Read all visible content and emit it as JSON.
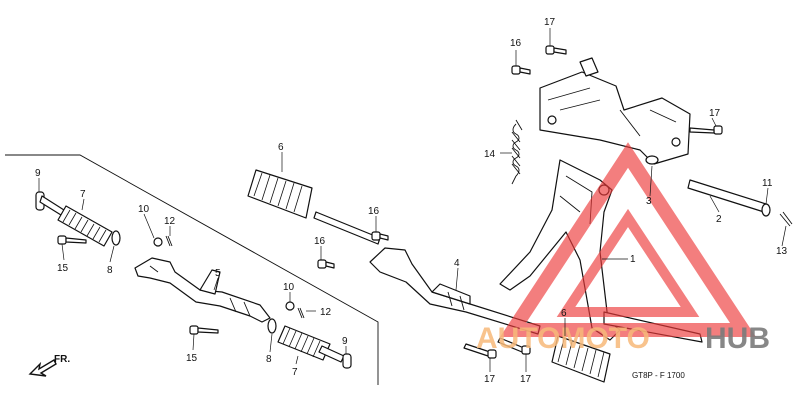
{
  "diagram_code": "GT8P - F 1700",
  "direction_label": "FR.",
  "watermark": {
    "word_left": "AUTOMOTO",
    "word_right": "HUB",
    "color_left": "#f7b97a",
    "color_right": "#7b7b7b",
    "triangle_color": "#ee3a3a"
  },
  "callouts": {
    "c1": "1",
    "c2": "2",
    "c3": "3",
    "c4": "4",
    "c5": "5",
    "c6a": "6",
    "c6b": "6",
    "c7a": "7",
    "c7b": "7",
    "c8a": "8",
    "c8b": "8",
    "c9a": "9",
    "c9b": "9",
    "c10a": "10",
    "c10b": "10",
    "c11": "11",
    "c12a": "12",
    "c12b": "12",
    "c13": "13",
    "c14": "14",
    "c15a": "15",
    "c15b": "15",
    "c16a": "16",
    "c16b": "16",
    "c16c": "16",
    "c17a": "17",
    "c17b": "17",
    "c17c": "17",
    "c17d": "17"
  }
}
